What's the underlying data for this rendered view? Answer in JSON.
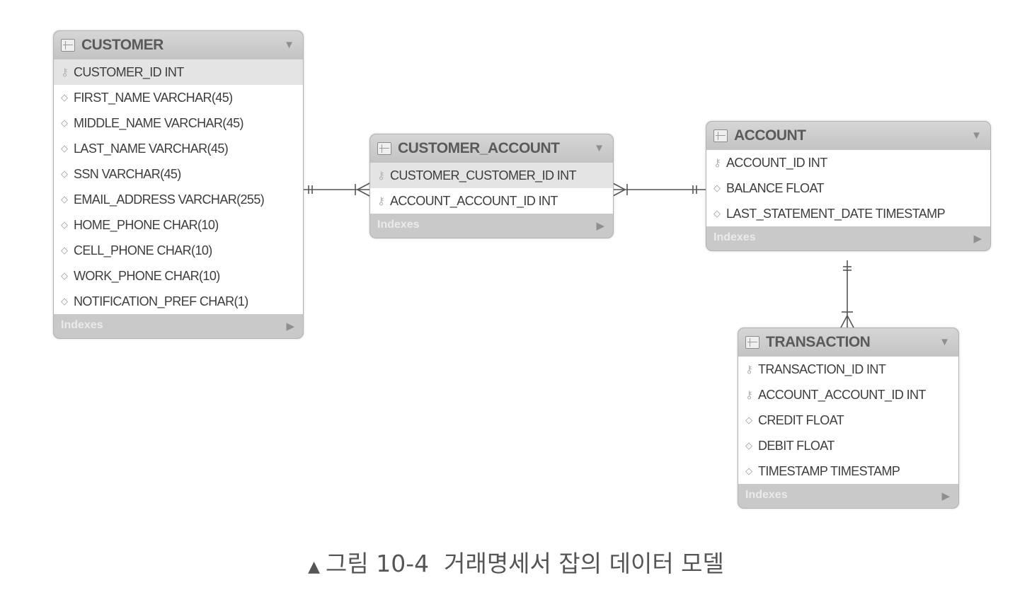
{
  "entities": {
    "customer": {
      "title": "CUSTOMER",
      "fields": [
        "CUSTOMER_ID INT",
        "FIRST_NAME VARCHAR(45)",
        "MIDDLE_NAME VARCHAR(45)",
        "LAST_NAME VARCHAR(45)",
        "SSN VARCHAR(45)",
        "EMAIL_ADDRESS VARCHAR(255)",
        "HOME_PHONE CHAR(10)",
        "CELL_PHONE CHAR(10)",
        "WORK_PHONE CHAR(10)",
        "NOTIFICATION_PREF CHAR(1)"
      ],
      "indexes_label": "Indexes"
    },
    "customer_account": {
      "title": "CUSTOMER_ACCOUNT",
      "fields": [
        "CUSTOMER_CUSTOMER_ID INT",
        "ACCOUNT_ACCOUNT_ID INT"
      ],
      "indexes_label": "Indexes"
    },
    "account": {
      "title": "ACCOUNT",
      "fields": [
        "ACCOUNT_ID INT",
        "BALANCE FLOAT",
        "LAST_STATEMENT_DATE TIMESTAMP"
      ],
      "indexes_label": "Indexes"
    },
    "transaction": {
      "title": "TRANSACTION",
      "fields": [
        "TRANSACTION_ID INT",
        "ACCOUNT_ACCOUNT_ID INT",
        "CREDIT FLOAT",
        "DEBIT FLOAT",
        "TIMESTAMP TIMESTAMP"
      ],
      "indexes_label": "Indexes"
    }
  },
  "caption": {
    "marker": "▲",
    "text": "그림 10-4  거래명세서 잡의 데이터 모델"
  },
  "colors": {
    "entity_background": "#c9c9c9",
    "field_background": "#ffffff",
    "line": "#555555",
    "caption": "#555555"
  }
}
